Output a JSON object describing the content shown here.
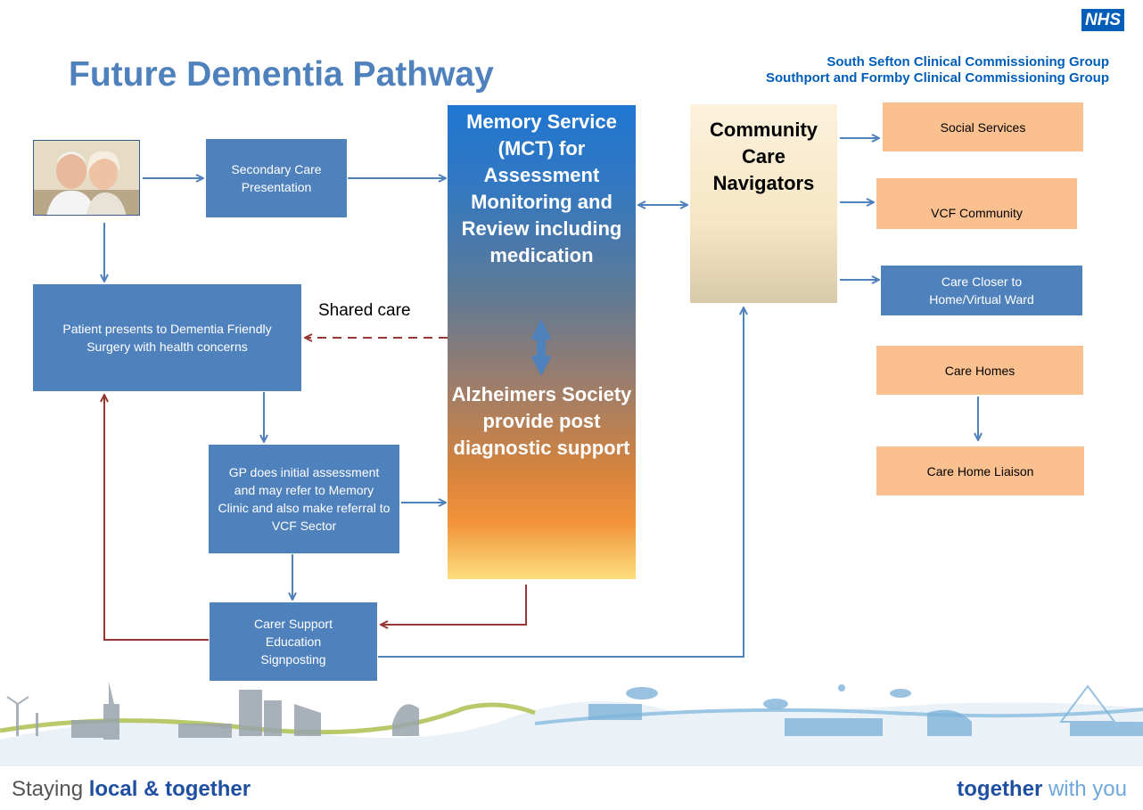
{
  "header": {
    "title": "Future Dementia Pathway",
    "nhs_logo": "NHS",
    "ccg_line1": "South Sefton Clinical Commissioning Group",
    "ccg_line2": "Southport and Formby Clinical Commissioning Group"
  },
  "nodes": {
    "secondary_care": "Secondary  Care Presentation",
    "memory_service": "Memory Service (MCT) for Assessment Monitoring and Review including medication",
    "alzheimers": "Alzheimers Society provide post diagnostic support",
    "community_navigators": "Community Care Navigators",
    "social_services": "Social Services",
    "vcf_community": "VCF Community",
    "care_closer": "Care Closer to Home/Virtual Ward",
    "care_homes": "Care Homes",
    "care_home_liaison": "Care Home Liaison",
    "patient_presents": "Patient presents to Dementia Friendly Surgery  with  health concerns",
    "gp_assessment": "GP does initial assessment and may refer to Memory Clinic and also make referral to VCF Sector",
    "carer_support_line1": "Carer Support",
    "carer_support_line2": "Education",
    "carer_support_line3": "Signposting"
  },
  "edges": {
    "shared_care_label": "Shared care"
  },
  "footer": {
    "tagline_left_prefix": "Staying ",
    "tagline_left_bold": "local & together",
    "tagline_right_bold": "together",
    "tagline_right_rest": " with you"
  },
  "colors": {
    "box_blue": "#4f81bd",
    "box_peach": "#fac090",
    "arrow_blue": "#4f81bd",
    "arrow_red": "#953735"
  },
  "icons": {
    "photo": "elderly-couple-photo",
    "skyline": "town-skyline-illustration"
  }
}
